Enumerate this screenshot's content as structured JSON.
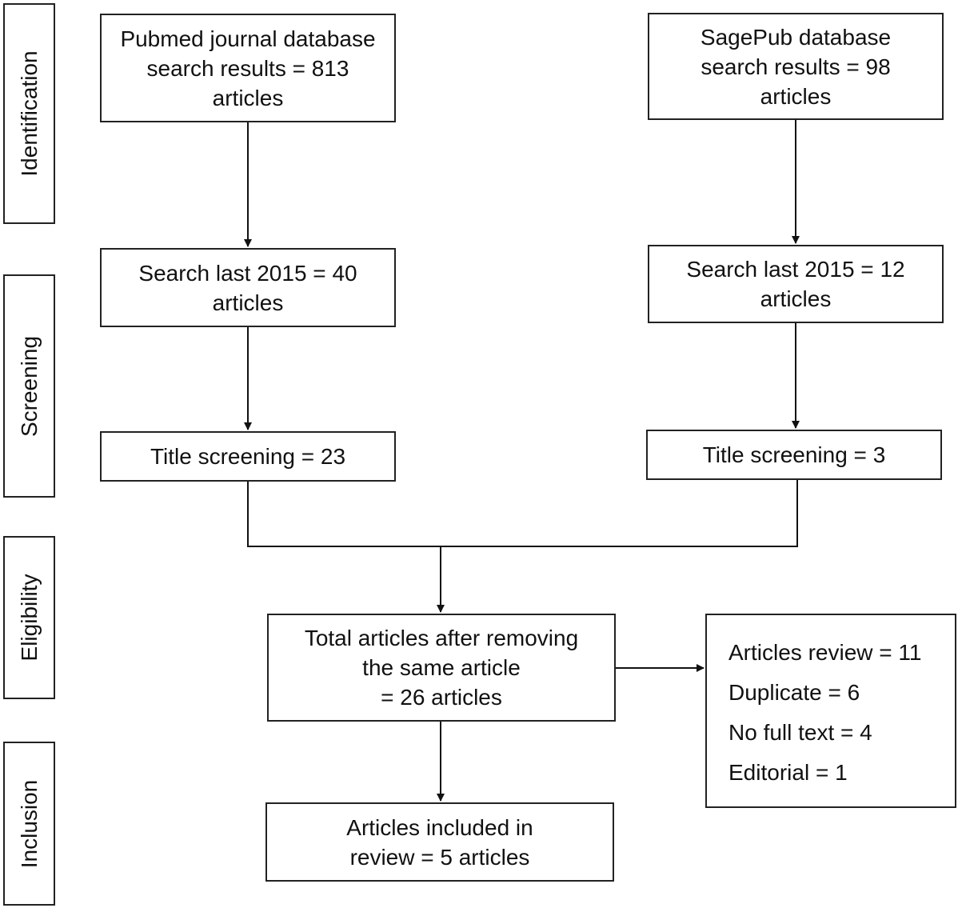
{
  "stages": {
    "identification": "Identification",
    "screening": "Screening",
    "eligibility": "Eligibility",
    "inclusion": "Inclusion"
  },
  "pubmed": {
    "search": [
      "Pubmed journal database",
      "search results = 813",
      "articles"
    ],
    "last2015": [
      "Search last 2015 = 40",
      "articles"
    ],
    "title_screening": "Title screening = 23"
  },
  "sagepub": {
    "search": [
      "SagePub database",
      "search results = 98",
      "articles"
    ],
    "last2015": [
      "Search last 2015 = 12",
      "articles"
    ],
    "title_screening": "Title screening = 3"
  },
  "total": [
    "Total articles after removing",
    "the same article",
    "= 26 articles"
  ],
  "excluded": [
    "Articles review = 11",
    "Duplicate = 6",
    "No full text = 4",
    "Editorial = 1"
  ],
  "included": [
    "Articles included in",
    "review = 5 articles"
  ]
}
